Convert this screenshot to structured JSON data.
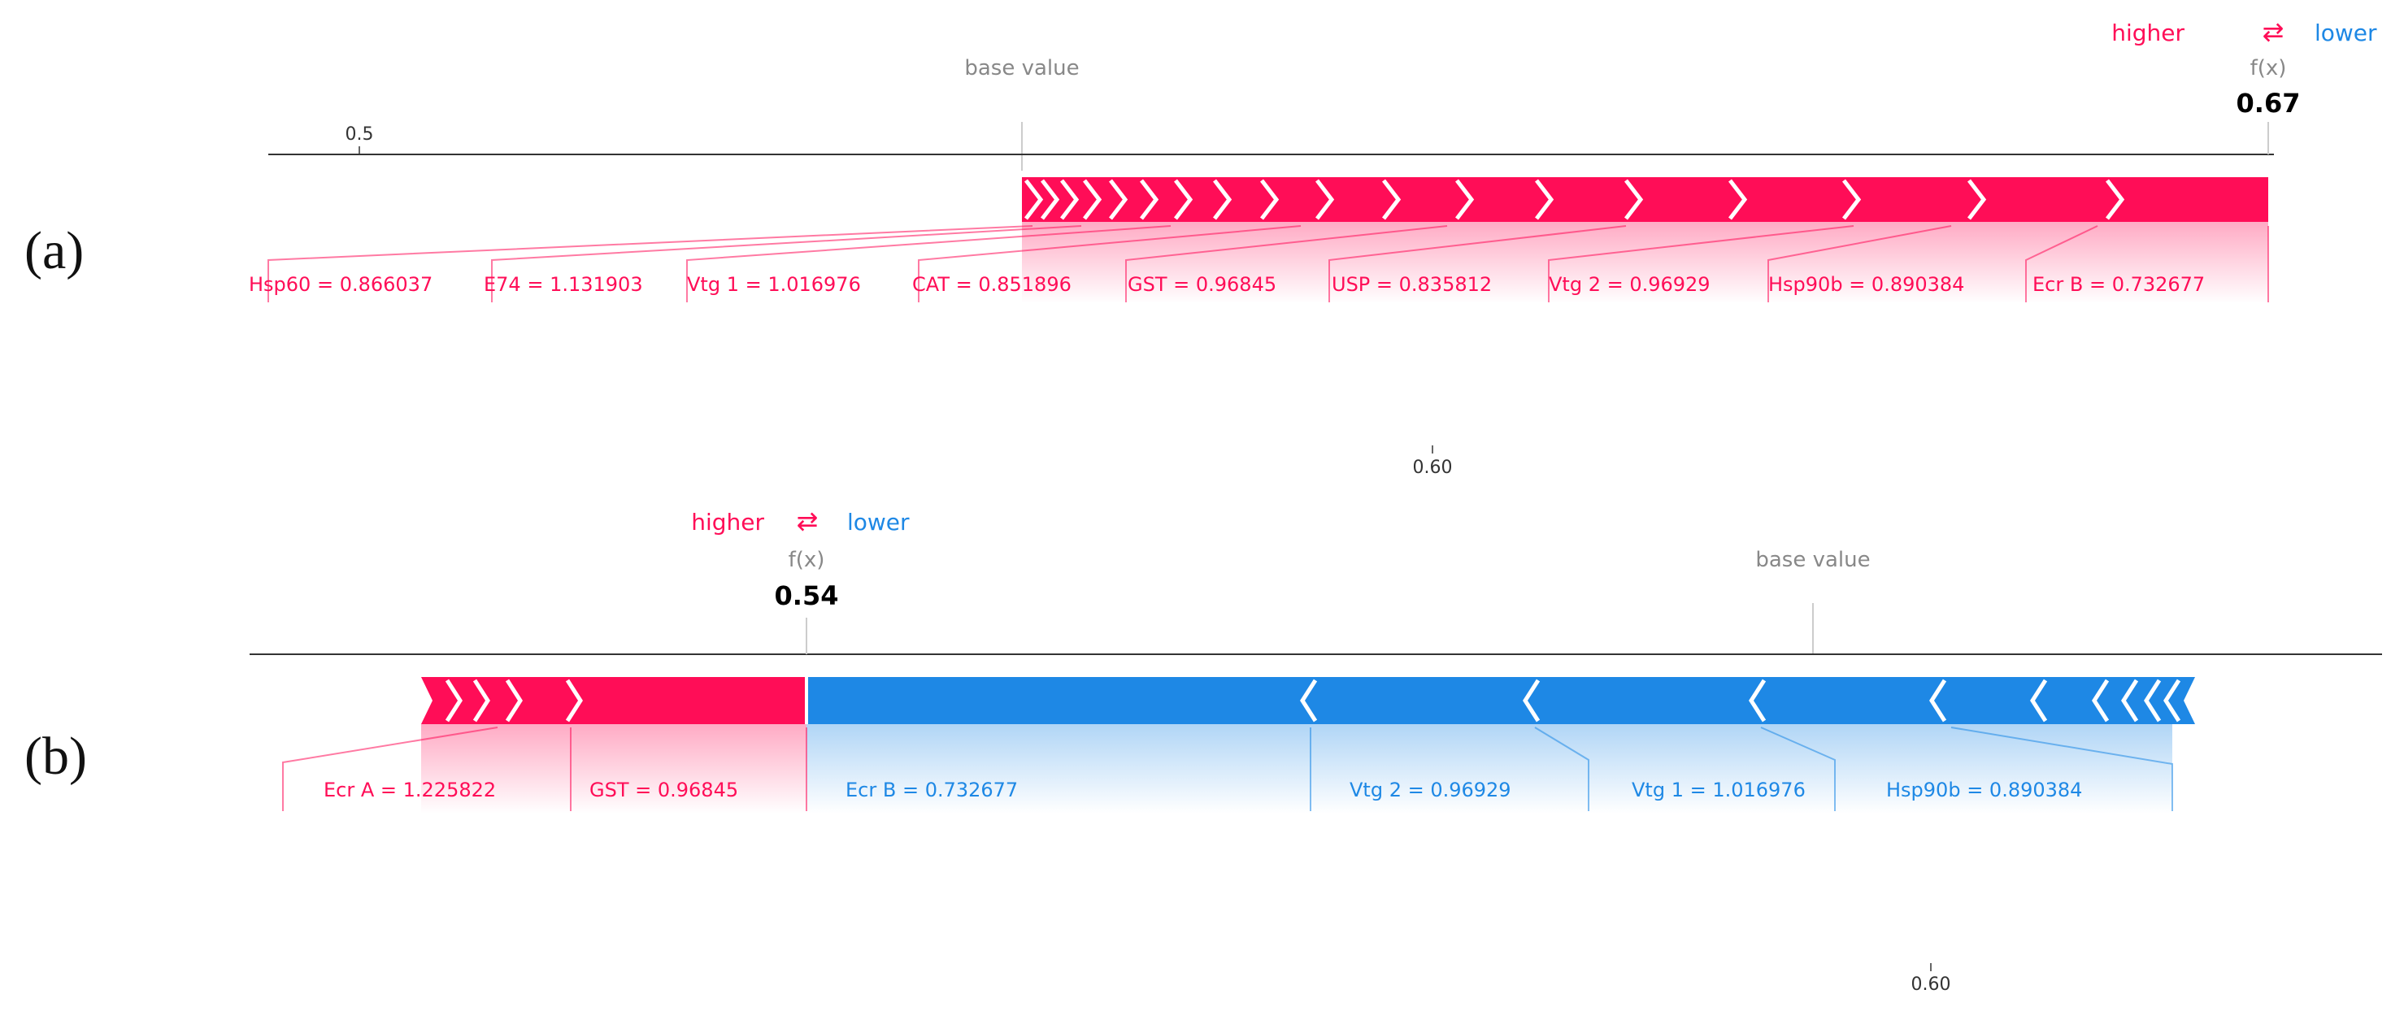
{
  "chart_data": [
    {
      "type": "force",
      "panel_label": "(a)",
      "legend": {
        "higher": "higher",
        "arrows": "⇄",
        "lower": "lower"
      },
      "fx_label": "f(x)",
      "fx_value": "0.67",
      "base_label": "base value",
      "ticks": [
        {
          "label": "0.5"
        },
        {
          "label": "0.60"
        }
      ],
      "positive_features": [
        {
          "label": "Hsp60 = 0.866037"
        },
        {
          "label": "E74 = 1.131903"
        },
        {
          "label": "Vtg 1 = 1.016976"
        },
        {
          "label": "CAT = 0.851896"
        },
        {
          "label": "GST = 0.96845"
        },
        {
          "label": "USP = 0.835812"
        },
        {
          "label": "Vtg 2 = 0.96929"
        },
        {
          "label": "Hsp90b = 0.890384"
        },
        {
          "label": "Ecr B = 0.732677"
        }
      ],
      "negative_features": []
    },
    {
      "type": "force",
      "panel_label": "(b)",
      "legend": {
        "higher": "higher",
        "arrows": "⇄",
        "lower": "lower"
      },
      "fx_label": "f(x)",
      "fx_value": "0.54",
      "base_label": "base value",
      "ticks": [
        {
          "label": "0.60"
        }
      ],
      "positive_features": [
        {
          "label": "Ecr A = 1.225822"
        },
        {
          "label": "GST = 0.96845"
        }
      ],
      "negative_features": [
        {
          "label": "Ecr B = 0.732677"
        },
        {
          "label": "Vtg 2 = 0.96929"
        },
        {
          "label": "Vtg 1 = 1.016976"
        },
        {
          "label": "Hsp90b = 0.890384"
        }
      ]
    }
  ],
  "colors": {
    "positive": "#ff0d57",
    "negative": "#1e88e5",
    "axis": "#333333",
    "muted": "#888888"
  }
}
